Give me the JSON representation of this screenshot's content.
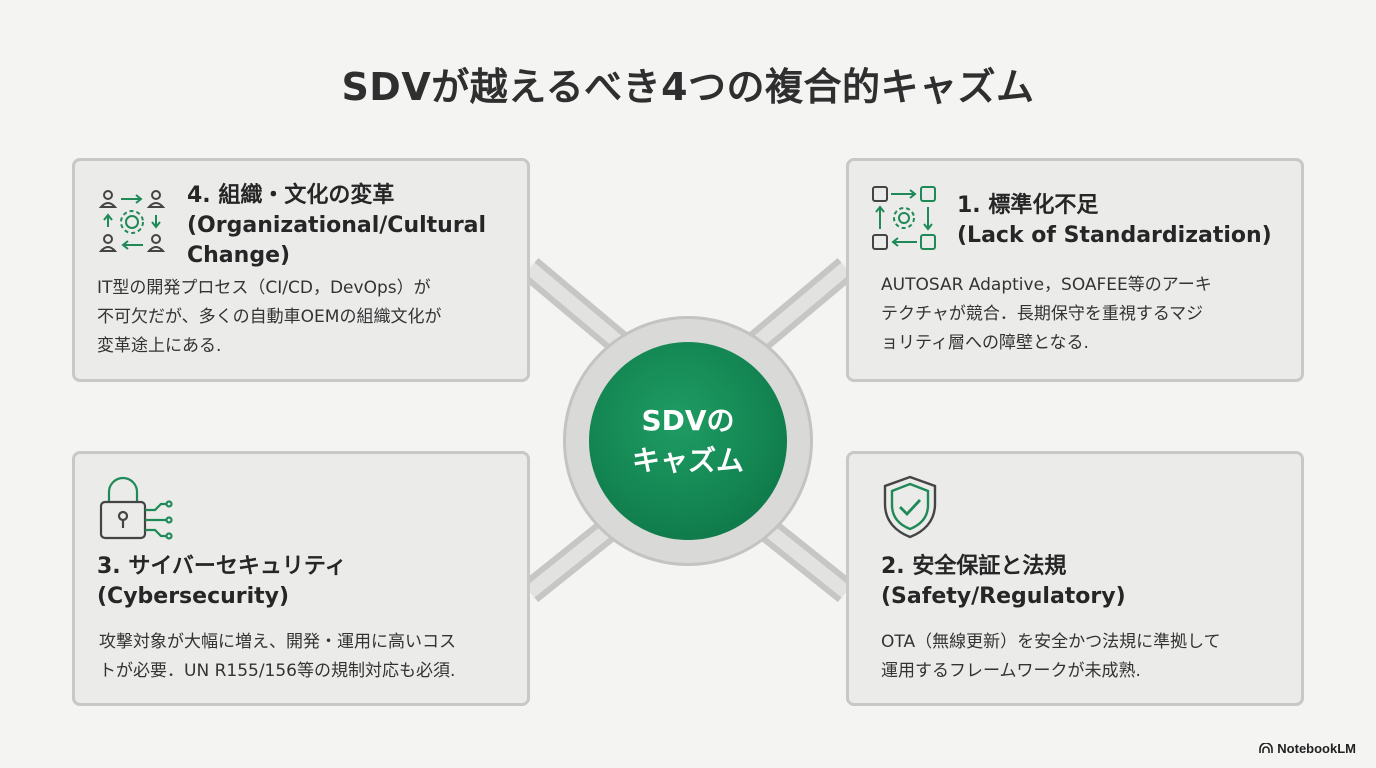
{
  "title": "SDVが越えるべき4つの複合的キャズム",
  "hub": {
    "line1": "SDVの",
    "line2": "キャズム"
  },
  "colors": {
    "accent": "#138552",
    "card_bg": "#ebebea",
    "border": "#c8c8c7"
  },
  "cards": [
    {
      "icon": "people-process-icon",
      "title_line1": "4. 組織・文化の変革",
      "title_line2": "(Organizational/Cultural",
      "title_line3": "Change)",
      "body_line1": "IT型の開発プロセス（CI/CD，DevOps）が",
      "body_line2": "不可欠だが、多くの自動車OEMの組織文化が",
      "body_line3": "変革途上にある."
    },
    {
      "icon": "puzzle-gear-icon",
      "title_line1": "1. 標準化不足",
      "title_line2": "(Lack of Standardization)",
      "body_line1": "AUTOSAR Adaptive，SOAFEE等のアーキ",
      "body_line2": "テクチャが競合．長期保守を重視するマジ",
      "body_line3": "ョリティ層への障壁となる."
    },
    {
      "icon": "padlock-circuit-icon",
      "title_line1": "3. サイバーセキュリティ",
      "title_line2": "(Cybersecurity)",
      "body_line1": "攻撃対象が大幅に増え、開発・運用に高いコス",
      "body_line2": "トが必要．UN R155/156等の規制対応も必須."
    },
    {
      "icon": "shield-check-icon",
      "title_line1": "2. 安全保証と法規",
      "title_line2": "(Safety/Regulatory)",
      "body_line1": "OTA（無線更新）を安全かつ法規に準拠して",
      "body_line2": "運用するフレームワークが未成熟."
    }
  ],
  "brand": "NotebookLM"
}
